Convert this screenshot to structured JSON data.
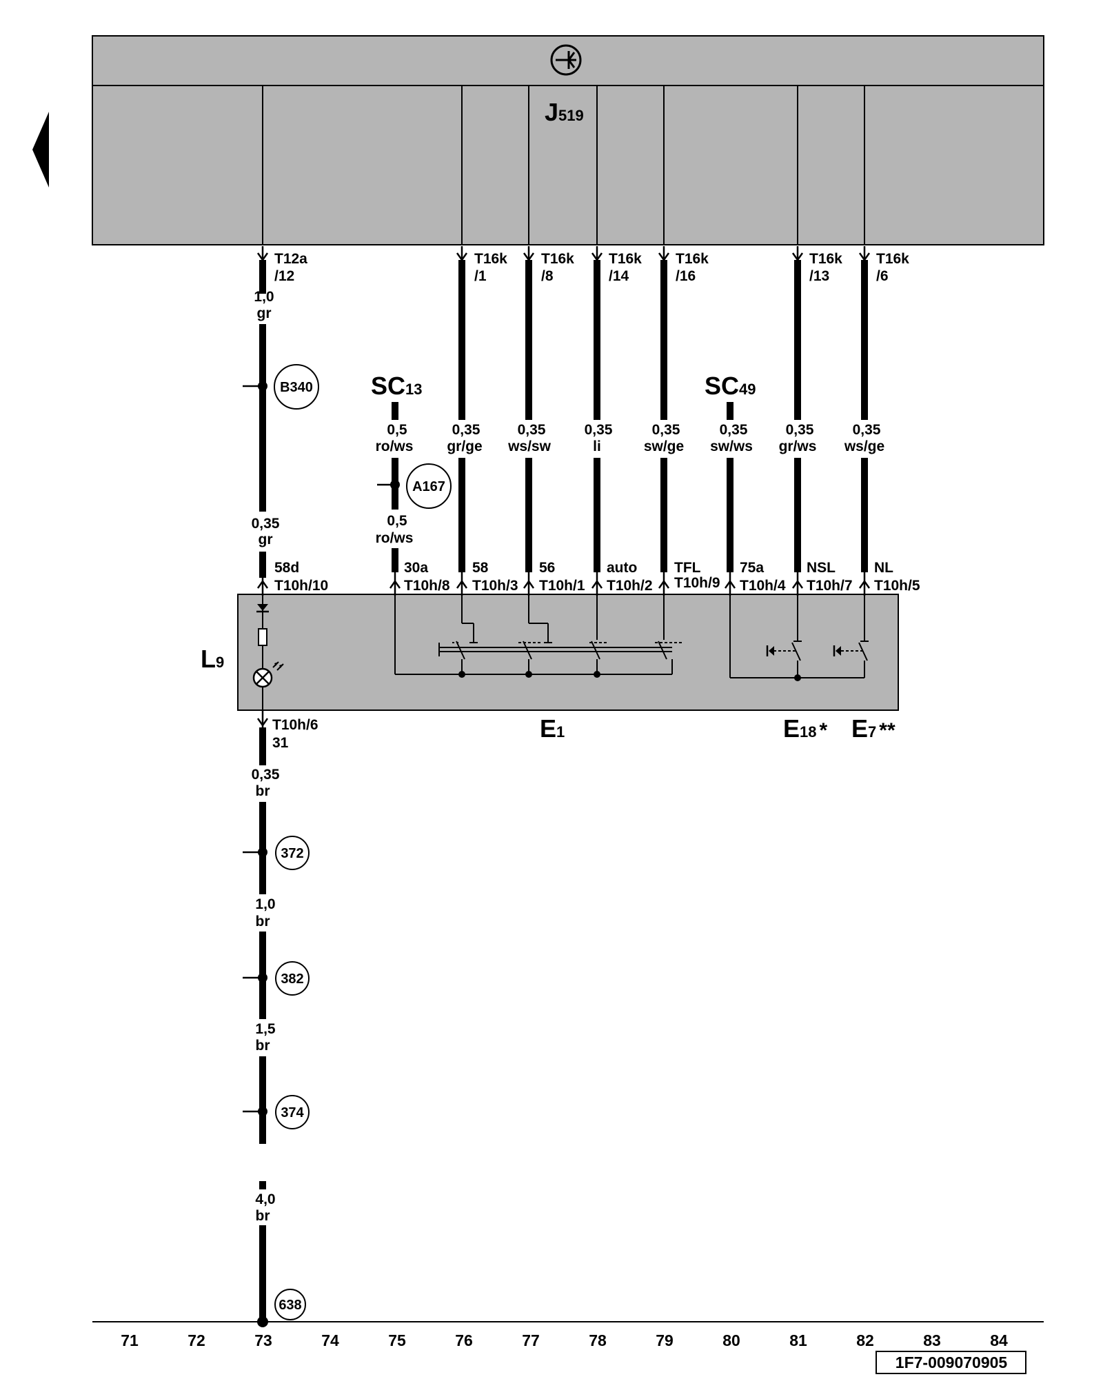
{
  "colors": {
    "panel": "#b5b5b5",
    "wire": "#000000",
    "background": "#ffffff"
  },
  "icons": {
    "back": "triangle-left-icon",
    "ground": "ground-symbol-icon",
    "lamp": "lamp-icon"
  },
  "control_unit": {
    "letter": "J",
    "number": "519"
  },
  "switch_unit": {
    "letter": "L",
    "number": "9"
  },
  "components": [
    {
      "letter": "E",
      "number": "1",
      "suffix": ""
    },
    {
      "letter": "E",
      "number": "18",
      "suffix": "*"
    },
    {
      "letter": "E",
      "number": "7",
      "suffix": "**"
    }
  ],
  "supply_points": [
    {
      "letter": "SC",
      "number": "13"
    },
    {
      "letter": "SC",
      "number": "49"
    }
  ],
  "top_connectors": [
    {
      "line1": "T12a",
      "line2": "/12"
    },
    {
      "line1": "T16k",
      "line2": "/1"
    },
    {
      "line1": "T16k",
      "line2": "/8"
    },
    {
      "line1": "T16k",
      "line2": "/14"
    },
    {
      "line1": "T16k",
      "line2": "/16"
    },
    {
      "line1": "T16k",
      "line2": "/13"
    },
    {
      "line1": "T16k",
      "line2": "/6"
    }
  ],
  "wire_specs": [
    {
      "size": "1,0",
      "color": "gr"
    },
    {
      "size": "0,35",
      "color": "gr"
    },
    {
      "size": "0,5",
      "color": "ro/ws"
    },
    {
      "size": "0,5",
      "color": "ro/ws"
    },
    {
      "size": "0,35",
      "color": "gr/ge"
    },
    {
      "size": "0,35",
      "color": "ws/sw"
    },
    {
      "size": "0,35",
      "color": "li"
    },
    {
      "size": "0,35",
      "color": "sw/ge"
    },
    {
      "size": "0,35",
      "color": "sw/ws"
    },
    {
      "size": "0,35",
      "color": "gr/ws"
    },
    {
      "size": "0,35",
      "color": "ws/ge"
    },
    {
      "size": "0,35",
      "color": "br"
    },
    {
      "size": "1,0",
      "color": "br"
    },
    {
      "size": "1,5",
      "color": "br"
    },
    {
      "size": "4,0",
      "color": "br"
    }
  ],
  "pin_labels": [
    {
      "fn": "58d",
      "pin": "T10h/10"
    },
    {
      "fn": "30a",
      "pin": "T10h/8"
    },
    {
      "fn": "58",
      "pin": "T10h/3"
    },
    {
      "fn": "56",
      "pin": "T10h/1"
    },
    {
      "fn": "auto",
      "pin": "T10h/2"
    },
    {
      "fn": "TFL",
      "pin": "T10h/9"
    },
    {
      "fn": "75a",
      "pin": "T10h/4"
    },
    {
      "fn": "NSL",
      "pin": "T10h/7"
    },
    {
      "fn": "NL",
      "pin": "T10h/5"
    }
  ],
  "bottom_pin": {
    "pin": "T10h/6",
    "fn": "31"
  },
  "junctions": [
    "B340",
    "A167",
    "372",
    "382",
    "374",
    "638"
  ],
  "column_numbers": [
    "71",
    "72",
    "73",
    "74",
    "75",
    "76",
    "77",
    "78",
    "79",
    "80",
    "81",
    "82",
    "83",
    "84"
  ],
  "doc_id": "1F7-009070905"
}
